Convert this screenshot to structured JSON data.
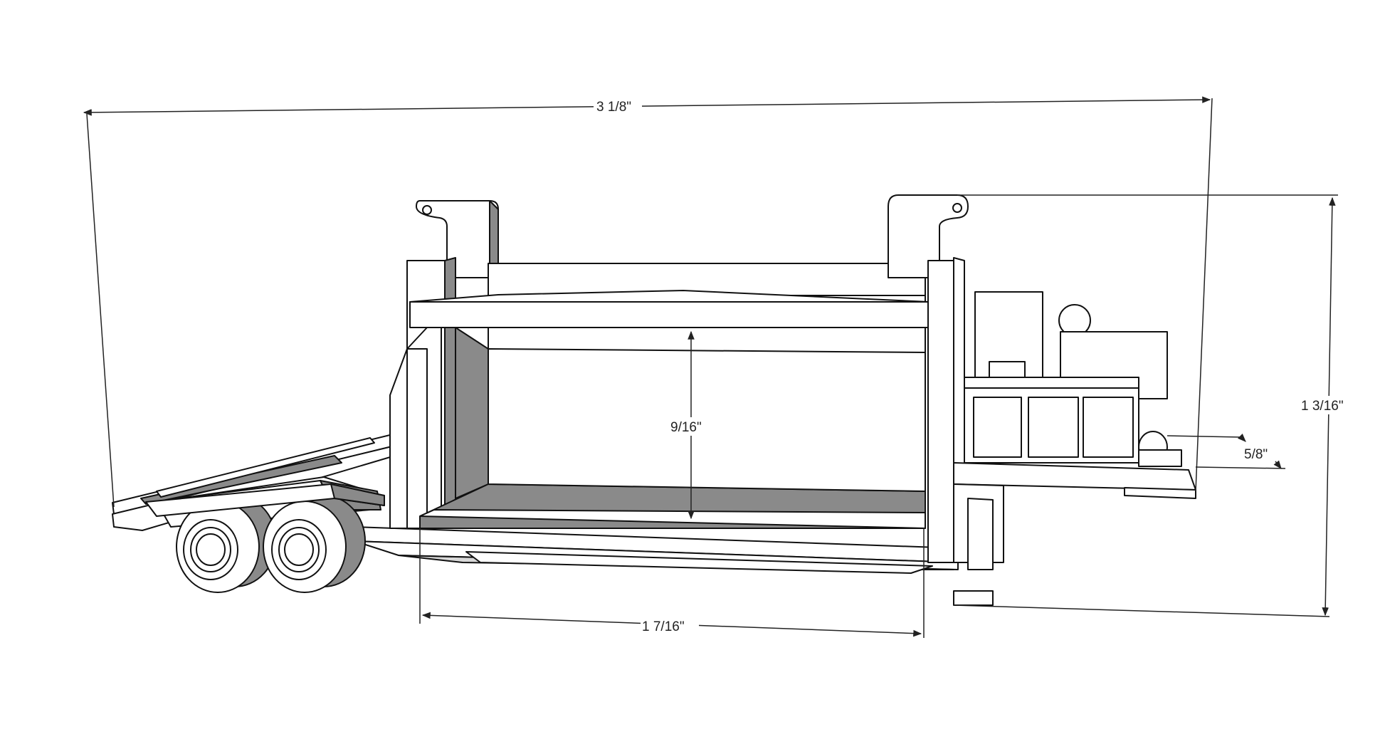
{
  "dimensions": {
    "overall_length": "3 1/8\"",
    "overall_height": "1 3/16\"",
    "box_height": "9/16\"",
    "box_length": "1 7/16\"",
    "deck_height": "5/8\""
  },
  "colors": {
    "line": "#111111",
    "fill_light": "#ffffff",
    "fill_shade": "#8a8a8a",
    "fill_mid": "#d8d8d8"
  }
}
